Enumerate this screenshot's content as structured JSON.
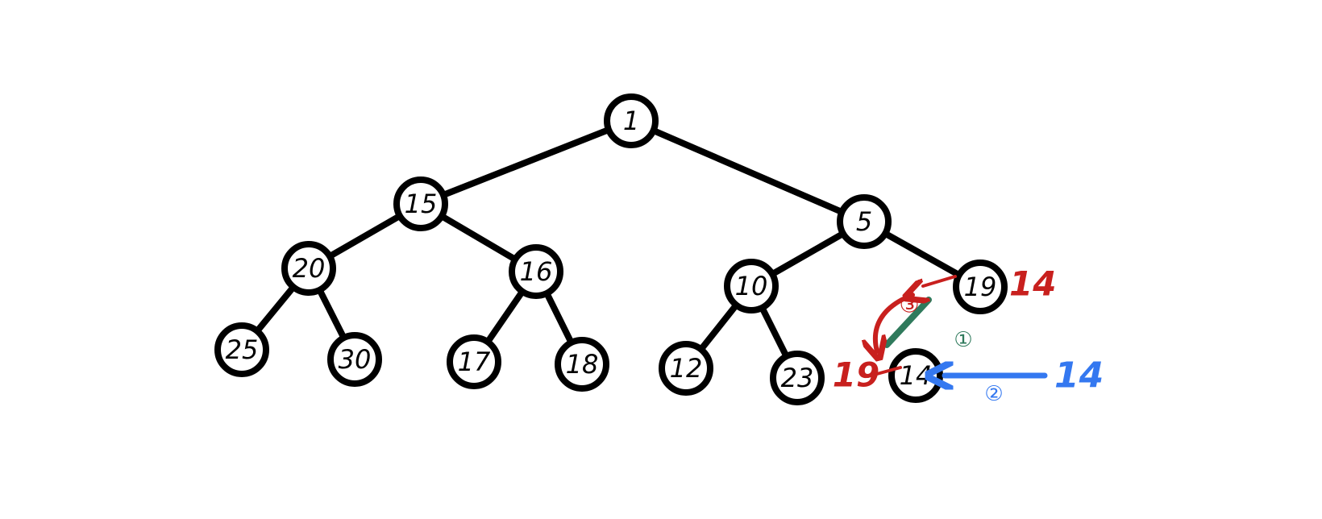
{
  "tree": {
    "nodes": [
      {
        "id": "n1",
        "label": "1"
      },
      {
        "id": "n15",
        "label": "15"
      },
      {
        "id": "n5",
        "label": "5"
      },
      {
        "id": "n20",
        "label": "20"
      },
      {
        "id": "n16",
        "label": "16"
      },
      {
        "id": "n10",
        "label": "10"
      },
      {
        "id": "n19",
        "label": "19"
      },
      {
        "id": "n25",
        "label": "25"
      },
      {
        "id": "n30",
        "label": "30"
      },
      {
        "id": "n17",
        "label": "17"
      },
      {
        "id": "n18",
        "label": "18"
      },
      {
        "id": "n12",
        "label": "12"
      },
      {
        "id": "n23",
        "label": "23"
      },
      {
        "id": "new",
        "label": "14"
      }
    ],
    "edges": [
      {
        "from": "n1",
        "to": "n15"
      },
      {
        "from": "n1",
        "to": "n5"
      },
      {
        "from": "n15",
        "to": "n20"
      },
      {
        "from": "n15",
        "to": "n16"
      },
      {
        "from": "n5",
        "to": "n10"
      },
      {
        "from": "n5",
        "to": "n19"
      },
      {
        "from": "n20",
        "to": "n25"
      },
      {
        "from": "n20",
        "to": "n30"
      },
      {
        "from": "n16",
        "to": "n17"
      },
      {
        "from": "n16",
        "to": "n18"
      },
      {
        "from": "n10",
        "to": "n12"
      },
      {
        "from": "n10",
        "to": "n23"
      }
    ]
  },
  "annotations": {
    "swap_parent_value": "14",
    "swap_child_value": "19",
    "inserted_value": "14",
    "step_1": "①",
    "step_2": "②",
    "step_3": "③",
    "colors": {
      "red": "#c8201e",
      "blue": "#3478f0",
      "green": "#2f7a5c",
      "black": "#000000"
    }
  }
}
